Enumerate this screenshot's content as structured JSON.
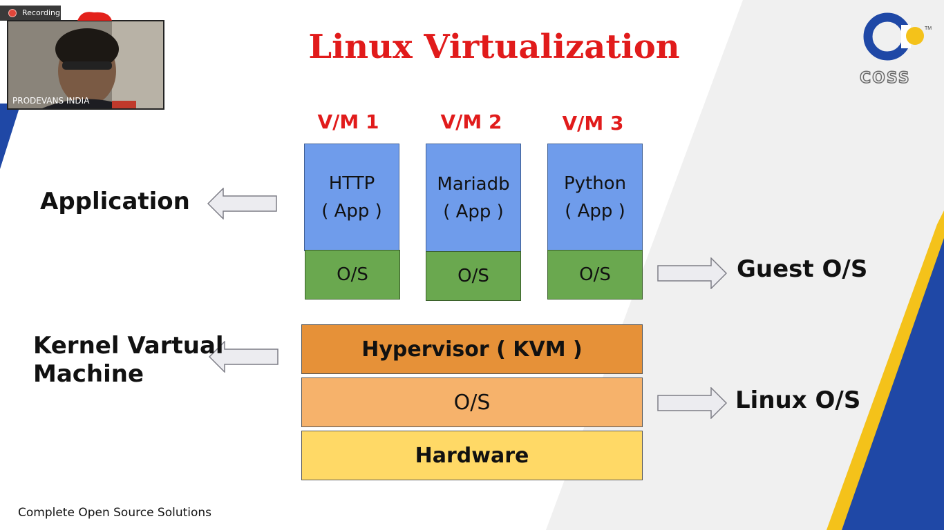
{
  "recording": {
    "label": "Recording"
  },
  "webcam": {
    "participant_name": "PRODEVANS INDIA"
  },
  "slide": {
    "title": "Linux Virtualization",
    "vms": [
      {
        "label": "V/M 1",
        "app_line1": "HTTP",
        "app_line2": "( App )",
        "os": "O/S"
      },
      {
        "label": "V/M 2",
        "app_line1": "Mariadb",
        "app_line2": "( App )",
        "os": "O/S"
      },
      {
        "label": "V/M 3",
        "app_line1": "Python",
        "app_line2": "( App )",
        "os": "O/S"
      }
    ],
    "layers": {
      "hypervisor": "Hypervisor ( KVM )",
      "host_os": "O/S",
      "hardware": "Hardware"
    },
    "left_labels": {
      "application": "Application",
      "kvm_line1": "Kernel Vartual",
      "kvm_line2": "Machine"
    },
    "right_labels": {
      "guest_os": "Guest O/S",
      "linux_os": "Linux O/S"
    },
    "footer": "Complete Open Source Solutions"
  },
  "logo": {
    "text": "COSS",
    "tm": "TM"
  },
  "colors": {
    "title": "#e11b1b",
    "app": "#6f9ceb",
    "guest_os": "#6aa84f",
    "hypervisor": "#e69138",
    "host_os": "#f6b26b",
    "hardware": "#ffd966",
    "accent_blue": "#1f48a6",
    "accent_yellow": "#f4c21a"
  }
}
